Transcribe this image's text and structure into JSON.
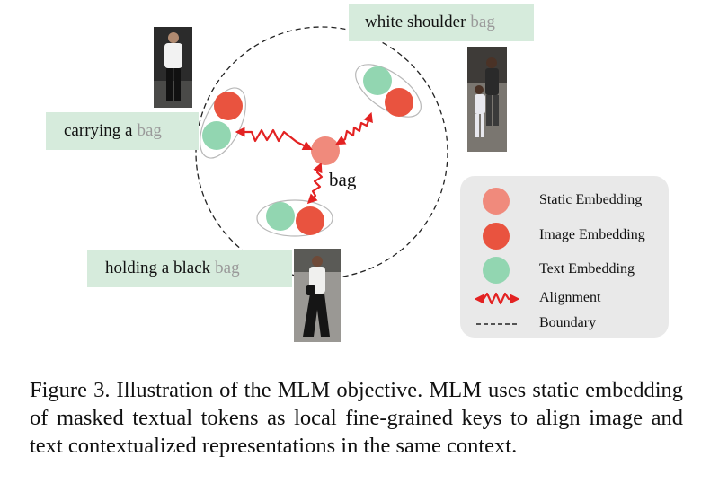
{
  "phrases": {
    "top_right": {
      "text": "white shoulder",
      "masked": "bag"
    },
    "left": {
      "text": "carrying a",
      "masked": "bag"
    },
    "bottom": {
      "text": "holding a black",
      "masked": "bag"
    }
  },
  "center_label": "bag",
  "legend": [
    {
      "label": "Static Embedding",
      "icon": "static-embedding-dot"
    },
    {
      "label": "Image Embedding",
      "icon": "image-embedding-dot"
    },
    {
      "label": "Text Embedding",
      "icon": "text-embedding-dot"
    },
    {
      "label": "Alignment",
      "icon": "alignment-zigzag-arrow"
    },
    {
      "label": "Boundary",
      "icon": "dashed-line"
    }
  ],
  "colors": {
    "static": "#f08a7c",
    "image": "#e9533f",
    "text": "#92d6b1",
    "alignment": "#e32222",
    "phrase_bg": "#d6ebdc",
    "legend_bg": "#e9e9e9",
    "masked_word": "#9a9a9a"
  },
  "caption": "Figure 3.  Illustration of the MLM objective.  MLM uses static embedding of masked textual tokens as local fine-grained keys to align image and text contextualized representations in the same context."
}
